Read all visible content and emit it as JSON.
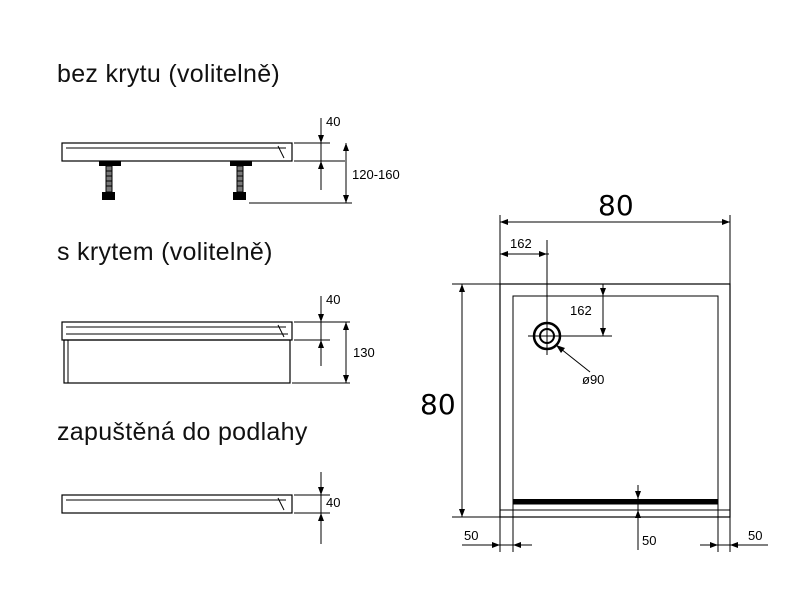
{
  "views": {
    "without_cover": {
      "title": "bez krytu (volitelně)",
      "dim_rim": "40",
      "dim_height": "120-160"
    },
    "with_cover": {
      "title": "s krytem (volitelně)",
      "dim_rim": "40",
      "dim_height": "130"
    },
    "recessed": {
      "title": "zapuštěná do podlahy",
      "dim_rim": "40"
    }
  },
  "plan": {
    "width": "80",
    "depth": "80",
    "drain_offset_x": "162",
    "drain_offset_y": "162",
    "drain_diameter": "ø90",
    "margin_left": "50",
    "margin_bottom": "50",
    "margin_right": "50"
  }
}
